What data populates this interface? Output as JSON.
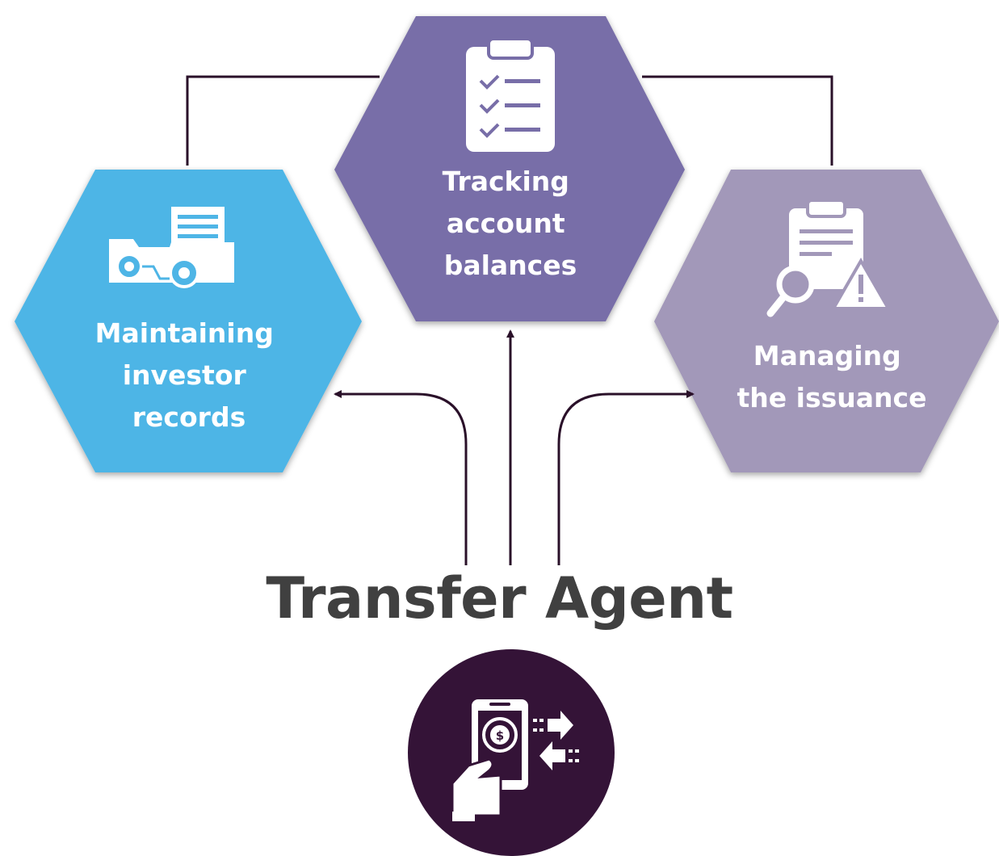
{
  "title": "Transfer Agent",
  "nodes": [
    {
      "id": "left",
      "label_lines": [
        "Maintaining",
        "investor",
        "records"
      ],
      "color": "#4eb5e6",
      "icon": "folder-gears-icon"
    },
    {
      "id": "center",
      "label_lines": [
        "Tracking",
        "account",
        "balances"
      ],
      "color": "#786ea8",
      "icon": "checklist-clipboard-icon"
    },
    {
      "id": "right",
      "label_lines": [
        "Managing",
        "the issuance"
      ],
      "color": "#a298b9",
      "icon": "clipboard-search-warning-icon"
    }
  ],
  "hub": {
    "color": "#341337",
    "icon": "mobile-money-transfer-icon"
  },
  "connector_color": "#2a1029"
}
